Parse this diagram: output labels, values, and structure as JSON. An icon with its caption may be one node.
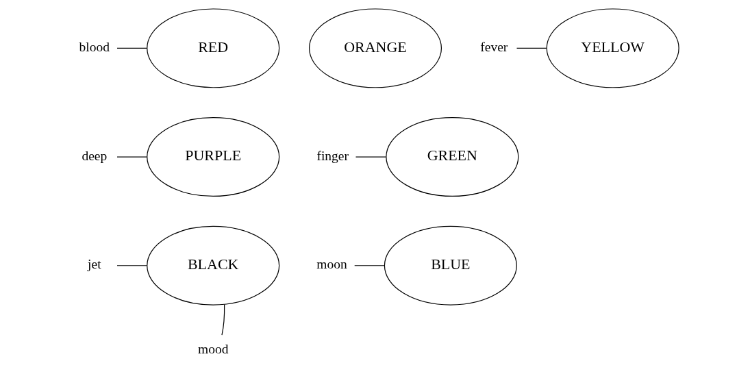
{
  "diagram": {
    "nodes": [
      {
        "text": [
          "blood"
        ]
      },
      {
        "text": [
          "RED"
        ]
      },
      {
        "text": [
          "ORANGE"
        ]
      },
      {
        "text": [
          "YELLOW"
        ]
      },
      {
        "text": [
          "fever"
        ]
      },
      {
        "text": [
          "deep"
        ]
      },
      {
        "text": [
          "PURPLE"
        ]
      },
      {
        "text": [
          "GREEN"
        ]
      },
      {
        "text": [
          "finger"
        ]
      },
      {
        "text": [
          "jet"
        ]
      },
      {
        "text": [
          "BLACK"
        ]
      },
      {
        "text": [
          "BLUE"
        ]
      },
      {
        "text": [
          "moon"
        ]
      },
      {
        "text": [
          "mood"
        ]
      }
    ],
    "edges": [
      {
        "from": 0,
        "to": 1,
        "arrow": "none"
      },
      {
        "from": 4,
        "to": 3,
        "arrow": "none"
      },
      {
        "from": 5,
        "to": 6,
        "arrow": "none"
      },
      {
        "from": 8,
        "to": 7,
        "arrow": "none"
      },
      {
        "from": 9,
        "to": 10,
        "arrow": "none"
      },
      {
        "from": 12,
        "to": 11,
        "arrow": "none"
      },
      {
        "from": 13,
        "to": 10,
        "arrow": "none"
      }
    ]
  }
}
